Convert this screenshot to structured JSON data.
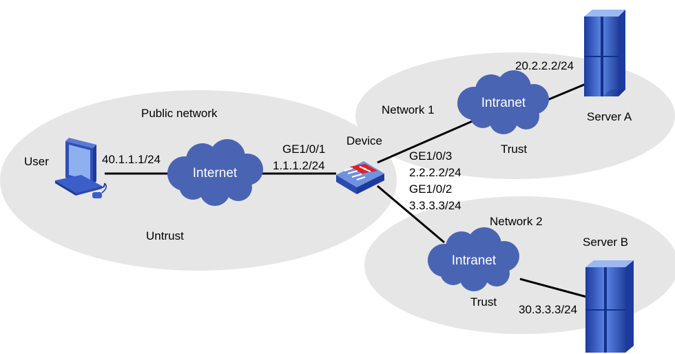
{
  "regions": {
    "public": {
      "name": "Public network",
      "zone": "Untrust"
    },
    "network1": {
      "name": "Network 1",
      "zone": "Trust"
    },
    "network2": {
      "name": "Network 2",
      "zone": "Trust"
    }
  },
  "clouds": {
    "internet": "Internet",
    "intranet1": "Intranet",
    "intranet2": "Intranet"
  },
  "nodes": {
    "user": {
      "label": "User",
      "ip": "40.1.1.1/24"
    },
    "device": {
      "label": "Device"
    },
    "server_a": {
      "label": "Server A",
      "ip": "20.2.2.2/24"
    },
    "server_b": {
      "label": "Server B",
      "ip": "30.3.3.3/24"
    }
  },
  "interfaces": {
    "ge1": {
      "name": "GE1/0/1",
      "ip": "1.1.1.2/24"
    },
    "ge3": {
      "name": "GE1/0/3",
      "ip": "2.2.2.2/24"
    },
    "ge2": {
      "name": "GE1/0/2",
      "ip": "3.3.3.3/24"
    }
  },
  "colors": {
    "region_fill": "#e6e6e6",
    "cloud_fill": "#4a64b4",
    "link": "#000000",
    "server_blue": "#3a5fc8",
    "firewall_accent": "#e02020"
  }
}
